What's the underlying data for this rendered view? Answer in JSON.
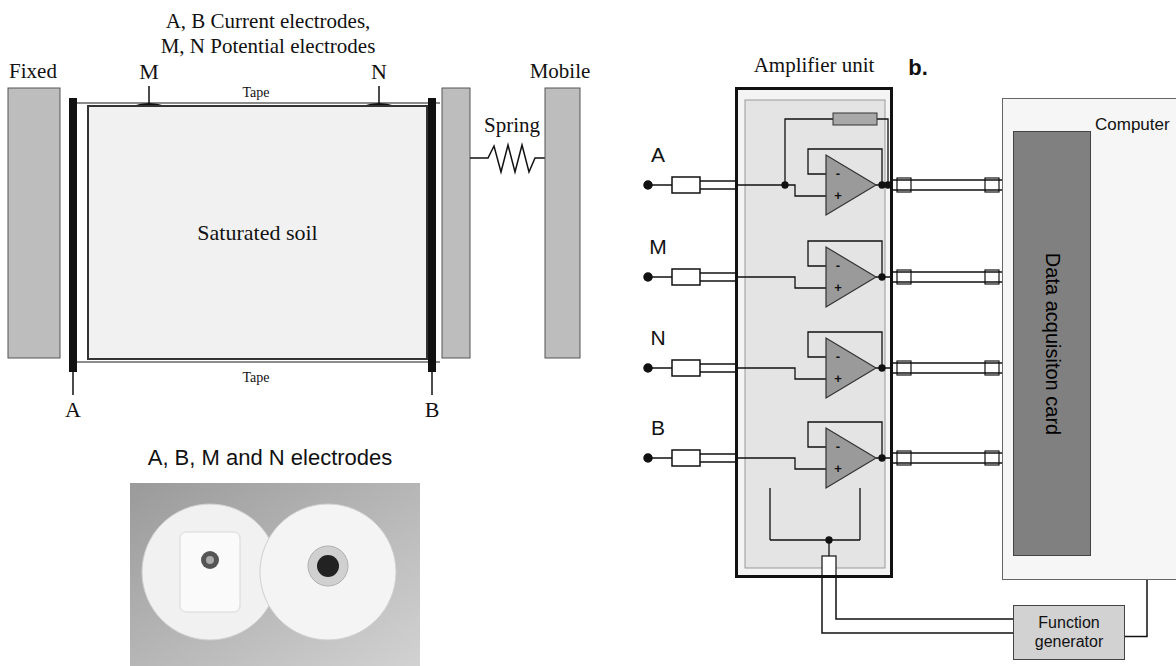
{
  "diagram": {
    "nodes": [
      {
        "text": [
          "Saturated soil"
        ]
      },
      {
        "text": [
          "Amplifier unit"
        ]
      },
      {
        "text": [
          "Computer"
        ]
      },
      {
        "text": [
          "Data acquisiton card"
        ],
        "in": 2
      },
      {
        "text": [
          "Function generator"
        ]
      }
    ],
    "edges": [
      {
        "from": 1,
        "to": 3,
        "arrow": "none"
      },
      {
        "from": 1,
        "to": 3,
        "arrow": "none"
      },
      {
        "from": 1,
        "to": 3,
        "arrow": "none"
      },
      {
        "from": 1,
        "to": 3,
        "arrow": "none"
      },
      {
        "from": 4,
        "to": 2,
        "arrow": "none"
      },
      {
        "from": 4,
        "to": 1,
        "arrow": "none"
      }
    ],
    "labels": [
      "A, B Current electrodes,",
      "M, N Potential electrodes",
      "M",
      "N",
      "Fixed",
      "Mobile",
      "Tape",
      "Tape",
      "Spring",
      "A",
      "B",
      "A, B, M and N electrodes",
      "b.",
      "A",
      "M",
      "N",
      "B",
      "-",
      "+",
      "-",
      "+",
      "-",
      "+",
      "-",
      "+"
    ]
  }
}
